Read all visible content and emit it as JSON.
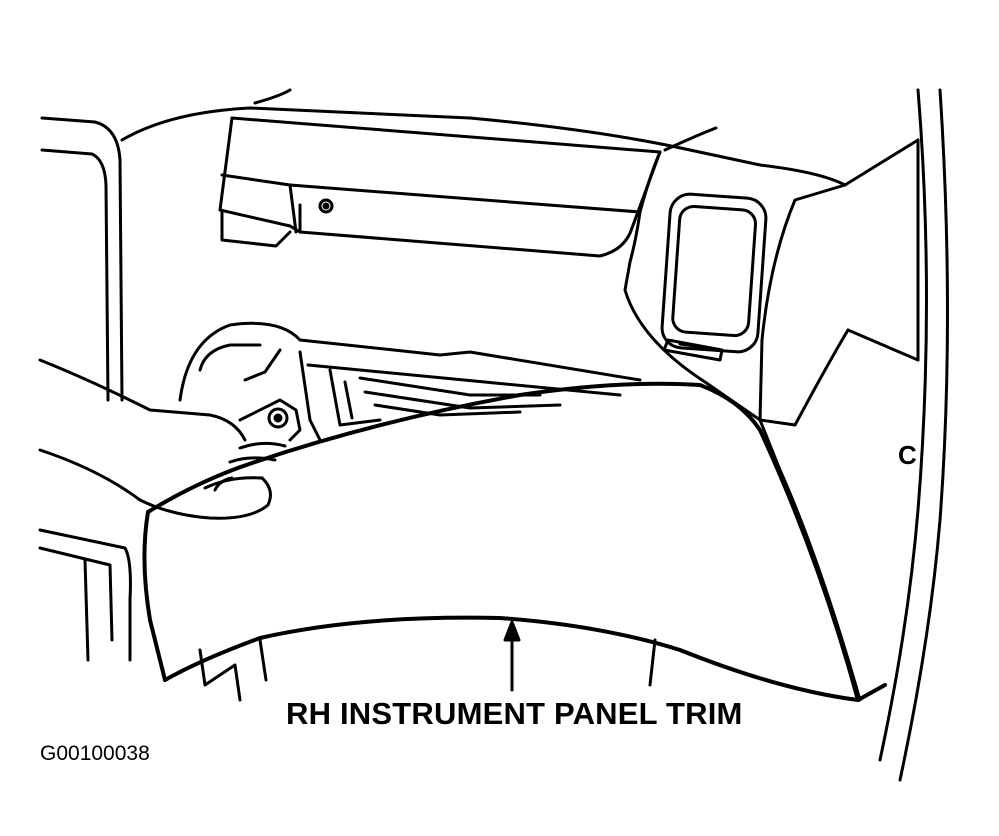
{
  "labels": {
    "part_label": "RH INSTRUMENT PANEL TRIM",
    "figure_id": "G00100038",
    "view_letter": "C"
  },
  "colors": {
    "ink": "#000000",
    "paper": "#ffffff"
  }
}
